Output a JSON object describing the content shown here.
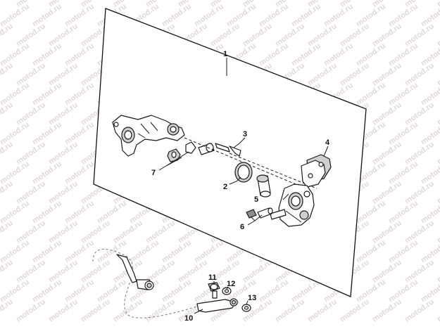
{
  "watermark": {
    "text": "motod.ru",
    "color": "#e3d7d7"
  },
  "callouts": [
    {
      "id": "c1",
      "label": "1"
    },
    {
      "id": "c2",
      "label": "2"
    },
    {
      "id": "c3",
      "label": "3"
    },
    {
      "id": "c4",
      "label": "4"
    },
    {
      "id": "c5",
      "label": "5"
    },
    {
      "id": "c6",
      "label": "6"
    },
    {
      "id": "c7",
      "label": "7"
    },
    {
      "id": "c10",
      "label": "10"
    },
    {
      "id": "c11",
      "label": "11"
    },
    {
      "id": "c12",
      "label": "12"
    },
    {
      "id": "c13",
      "label": "13"
    }
  ]
}
